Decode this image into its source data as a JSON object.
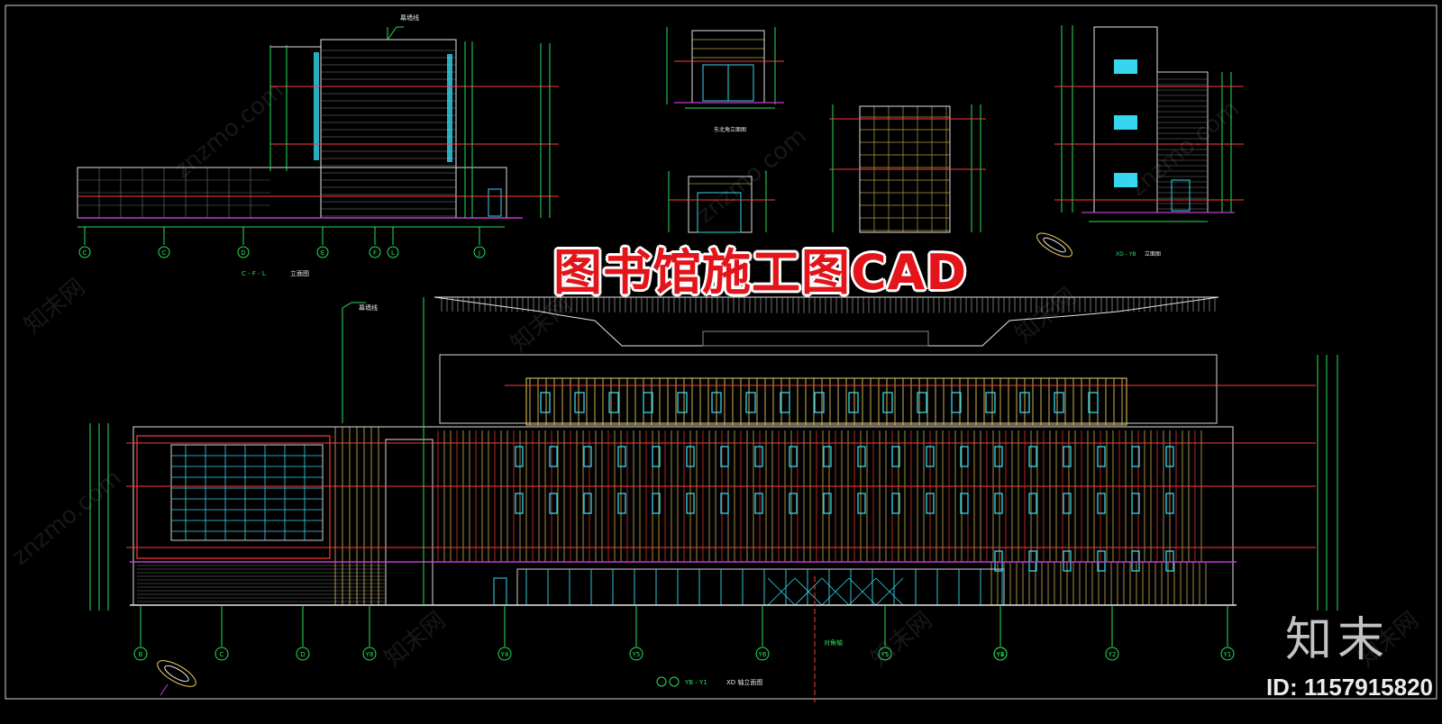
{
  "title": "图书馆施工图CAD",
  "watermark": {
    "logo_text": "知末",
    "url_text": "znzmo.com",
    "network_text": "知末网"
  },
  "asset_id_label": "ID: 1157915820",
  "drawing_labels": {
    "leader_top_1": "幕墙线",
    "leader_top_2": "幕墙线",
    "elev_c_l": "C - F - L",
    "elev_c_l_title": "立面图",
    "elev_small_1": "东北角立面图",
    "elev_xd_yb": "XD - YB",
    "elev_xd_yb_title": "立面图",
    "elev_main": "YB - Y1",
    "elev_main_title": "XD 轴立面图",
    "lobby_label": "对角轴"
  },
  "axis_labels": {
    "top_left": [
      "C",
      "C",
      "D",
      "E",
      "F",
      "L",
      "J"
    ],
    "main": [
      "B",
      "C",
      "D",
      "Y8",
      "Y4",
      "Y5",
      "Y6",
      "Y5",
      "Y4",
      "Y3",
      "Y2",
      "Y1"
    ]
  },
  "colors": {
    "background": "#000000",
    "cad_white": "#e8e8e8",
    "cad_green": "#28e05a",
    "cad_red": "#ff3a3a",
    "cad_cyan": "#36d6ee",
    "cad_yellow": "#f0d060",
    "cad_magenta": "#c23bd6",
    "title_red": "#e4141b"
  }
}
